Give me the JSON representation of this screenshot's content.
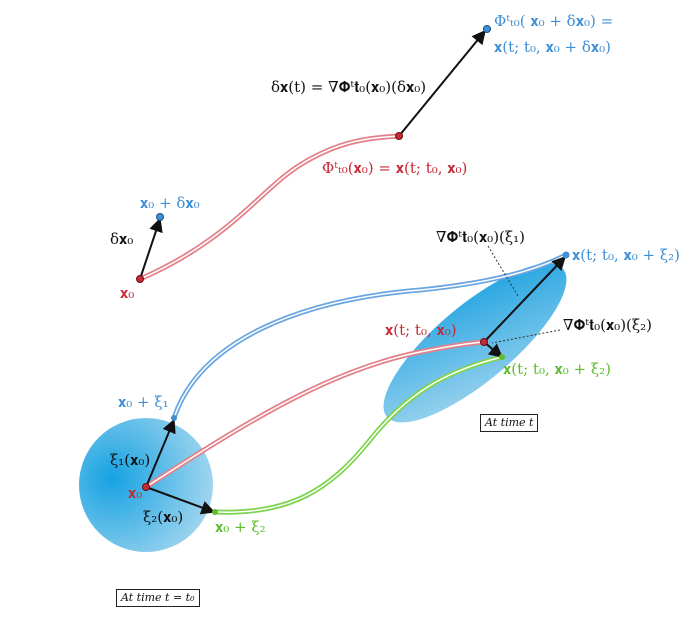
{
  "colors": {
    "trajectory_red": "#c62a37",
    "trajectory_blue": "#3e8fd6",
    "trajectory_green": "#5dbe2c",
    "ellipse_fill": "#1ea6e0",
    "arrow": "#111111"
  },
  "labels": {
    "phi_top_line1": "Φᵗₜ₀( 𝐱₀ + δ𝐱₀)  =",
    "phi_top_line2": "𝐱(t; t₀, 𝐱₀ + δ𝐱₀)",
    "delta_x_t": "δ𝐱(t)  =  ∇𝚽ᵗ𝐭₀(𝐱₀)(δ𝐱₀)",
    "phi_red": "Φᵗₜ₀(𝐱₀)  =  𝐱(t; t₀, 𝐱₀)",
    "x0_plus_dx0": "𝐱₀ + δ𝐱₀",
    "dx0": "δ𝐱₀",
    "x0_top": "𝐱₀",
    "grad_xi1": "∇𝚽ᵗ𝐭₀(𝐱₀)(ξ₁)",
    "x_xi2_blue": "𝐱(t; t₀, 𝐱₀ + ξ₂)",
    "grad_xi2": "∇𝚽ᵗ𝐭₀(𝐱₀)(ξ₂)",
    "x_red_t": "𝐱(t; t₀, 𝐱₀)",
    "x_xi2_green": "𝐱(t; t₀, 𝐱₀ + ξ₂)",
    "x0_plus_xi1": "𝐱₀ + ξ₁",
    "xi1_x0": "ξ₁(𝐱₀)",
    "x0_bottom": "𝐱₀",
    "xi2_x0": "ξ₂(𝐱₀)",
    "x0_plus_xi2": "𝐱₀ + ξ₂",
    "at_time_t": "At time t",
    "at_time_t0": "At time t = t₀"
  }
}
